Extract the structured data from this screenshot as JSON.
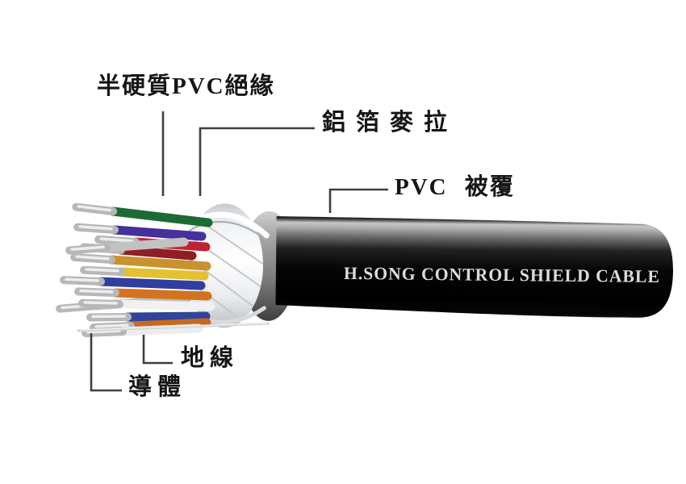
{
  "diagram": {
    "background": "#ffffff",
    "labels": {
      "insulation": "半硬質PVC絕緣",
      "foil": "鋁箔麥拉",
      "jacket": "PVC 被覆",
      "ground": "地線",
      "conductor": "導體"
    },
    "cable": {
      "print_text": "H.SONG CONTROL SHIELD CABLE",
      "jacket_color": "#0a0a0a",
      "cut_ring_color": "#9c9c9c",
      "mylar_color": "#f5f6f8",
      "tip_color": "#b7b7b7",
      "tip_shine_color": "#ecedee",
      "ground_wire_color": "#d5d5d5",
      "wire_colors": [
        "#1c6b33",
        "#46309b",
        "#c02430",
        "#8e1e24",
        "#c2c2c2",
        "#c9922f",
        "#e4c132",
        "#2f3f9f",
        "#bfbfbf",
        "#d4731f",
        "#f1f1f1",
        "#31439b",
        "#c56a1e",
        "#ededed"
      ]
    },
    "leader_color": "#3f3f3f"
  }
}
